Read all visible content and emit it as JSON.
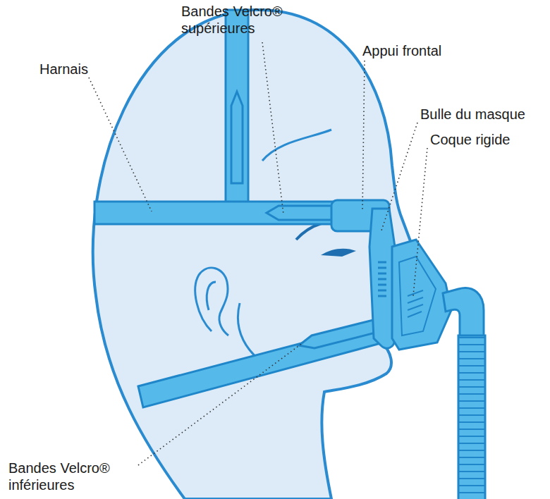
{
  "diagram": {
    "labels": [
      "Bandes Velcro® supérieures",
      "Appui frontal",
      "Harnais",
      "Bulle du masque",
      "Coque rigide",
      "Bandes Velcro® inférieures"
    ]
  }
}
